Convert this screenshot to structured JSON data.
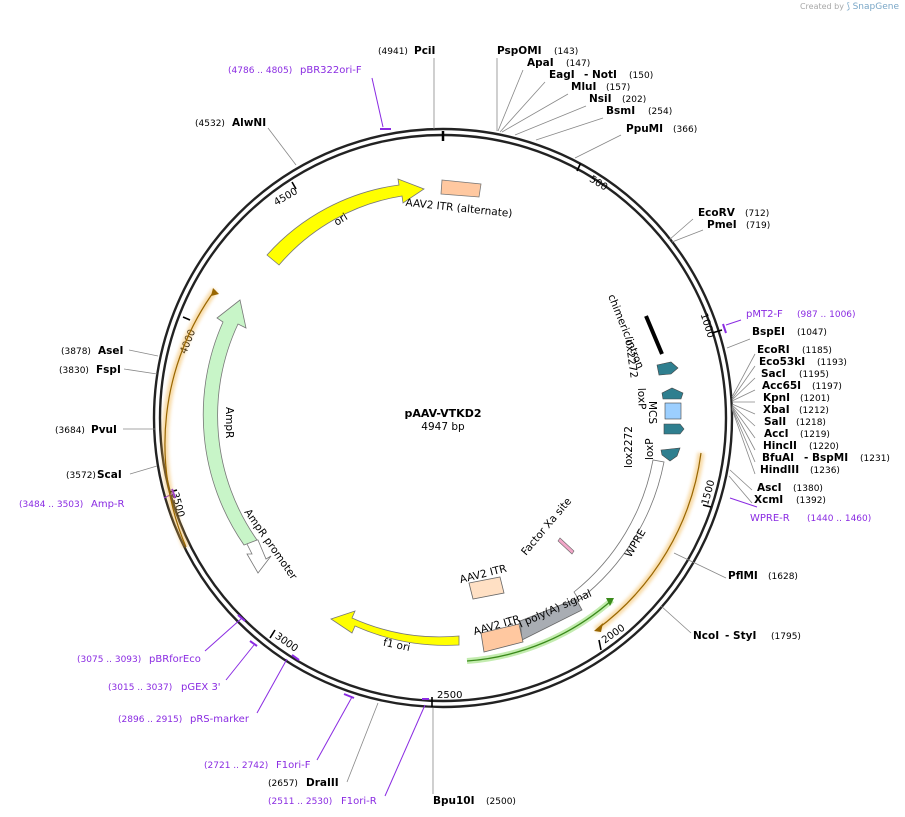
{
  "watermark": {
    "prefix": "Created by",
    "brand": "SnapGene"
  },
  "plasmid": {
    "name": "pAAV-VTKD2",
    "size_label": "4947 bp",
    "length": 4947
  },
  "ticks": [
    "500",
    "1000",
    "1500",
    "2000",
    "2500",
    "3000",
    "3500",
    "4000",
    "4500"
  ],
  "sites": [
    {
      "name": "PciI",
      "pos": "(4941)"
    },
    {
      "name": "PspOMI",
      "pos": "(143)"
    },
    {
      "name": "ApaI",
      "pos": "(147)"
    },
    {
      "name": "EagI",
      "sep": "- NotI",
      "pos": "(150)"
    },
    {
      "name": "MluI",
      "pos": "(157)"
    },
    {
      "name": "NsiI",
      "pos": "(202)"
    },
    {
      "name": "BsmI",
      "pos": "(254)"
    },
    {
      "name": "PpuMI",
      "pos": "(366)"
    },
    {
      "name": "EcoRV",
      "pos": "(712)"
    },
    {
      "name": "PmeI",
      "pos": "(719)"
    },
    {
      "name": "BspEI",
      "pos": "(1047)"
    },
    {
      "name": "EcoRI",
      "pos": "(1185)"
    },
    {
      "name": "Eco53kI",
      "pos": "(1193)"
    },
    {
      "name": "SacI",
      "pos": "(1195)"
    },
    {
      "name": "Acc65I",
      "pos": "(1197)"
    },
    {
      "name": "KpnI",
      "pos": "(1201)"
    },
    {
      "name": "XbaI",
      "pos": "(1212)"
    },
    {
      "name": "SalI",
      "pos": "(1218)"
    },
    {
      "name": "AccI",
      "pos": "(1219)"
    },
    {
      "name": "HincII",
      "pos": "(1220)"
    },
    {
      "name": "BfuAI",
      "sep": "- BspMI",
      "pos": "(1231)"
    },
    {
      "name": "HindIII",
      "pos": "(1236)"
    },
    {
      "name": "AscI",
      "pos": "(1380)"
    },
    {
      "name": "XcmI",
      "pos": "(1392)"
    },
    {
      "name": "PflMI",
      "pos": "(1628)"
    },
    {
      "name": "NcoI",
      "sep": "- StyI",
      "pos": "(1795)"
    },
    {
      "name": "Bpu10I",
      "pos": "(2500)"
    },
    {
      "name": "DraIII",
      "pos": "(2657)"
    },
    {
      "name": "ScaI",
      "pos": "(3572)"
    },
    {
      "name": "PvuI",
      "pos": "(3684)"
    },
    {
      "name": "FspI",
      "pos": "(3830)"
    },
    {
      "name": "AseI",
      "pos": "(3878)"
    },
    {
      "name": "AlwNI",
      "pos": "(4532)"
    }
  ],
  "primers": [
    {
      "name": "pBR322ori-F",
      "range": "(4786 .. 4805)"
    },
    {
      "name": "pMT2-F",
      "range": "(987 .. 1006)"
    },
    {
      "name": "WPRE-R",
      "range": "(1440 .. 1460)"
    },
    {
      "name": "Amp-R",
      "range": "(3484 .. 3503)"
    },
    {
      "name": "pBRforEco",
      "range": "(3075 .. 3093)"
    },
    {
      "name": "pGEX 3'",
      "range": "(3015 .. 3037)"
    },
    {
      "name": "pRS-marker",
      "range": "(2896 .. 2915)"
    },
    {
      "name": "F1ori-F",
      "range": "(2721 .. 2742)"
    },
    {
      "name": "F1ori-R",
      "range": "(2511 .. 2530)"
    }
  ],
  "features": [
    {
      "name": "ori",
      "color": "#ffff00"
    },
    {
      "name": "AAV2 ITR (alternate)",
      "color": "#ffc8a0"
    },
    {
      "name": "chimeric intron",
      "color": "#000000"
    },
    {
      "name": "lox2272",
      "color": "#2f7f8f"
    },
    {
      "name": "loxP",
      "color": "#2f7f8f"
    },
    {
      "name": "MCS",
      "color": "#9ccfff"
    },
    {
      "name": "lox2272",
      "color": "#2f7f8f"
    },
    {
      "name": "loxP",
      "color": "#2f7f8f"
    },
    {
      "name": "WPRE",
      "color": "#ffffff"
    },
    {
      "name": "Factor Xa site",
      "color": "#f2a6c8"
    },
    {
      "name": "bGH poly(A) signal",
      "color": "#a9adb3"
    },
    {
      "name": "AAV2 ITR",
      "color": "#ffc8a0"
    },
    {
      "name": "AAV2 ITR",
      "color": "#ffe0c4"
    },
    {
      "name": "f1 ori",
      "color": "#ffff00"
    },
    {
      "name": "AmpR promoter",
      "color": "#ffffff"
    },
    {
      "name": "AmpR",
      "color": "#c8f5c8"
    }
  ],
  "colors": {
    "primer": "#8a2be2",
    "orange_arc": "#f0b040",
    "green_arc": "#3a8a1a"
  }
}
